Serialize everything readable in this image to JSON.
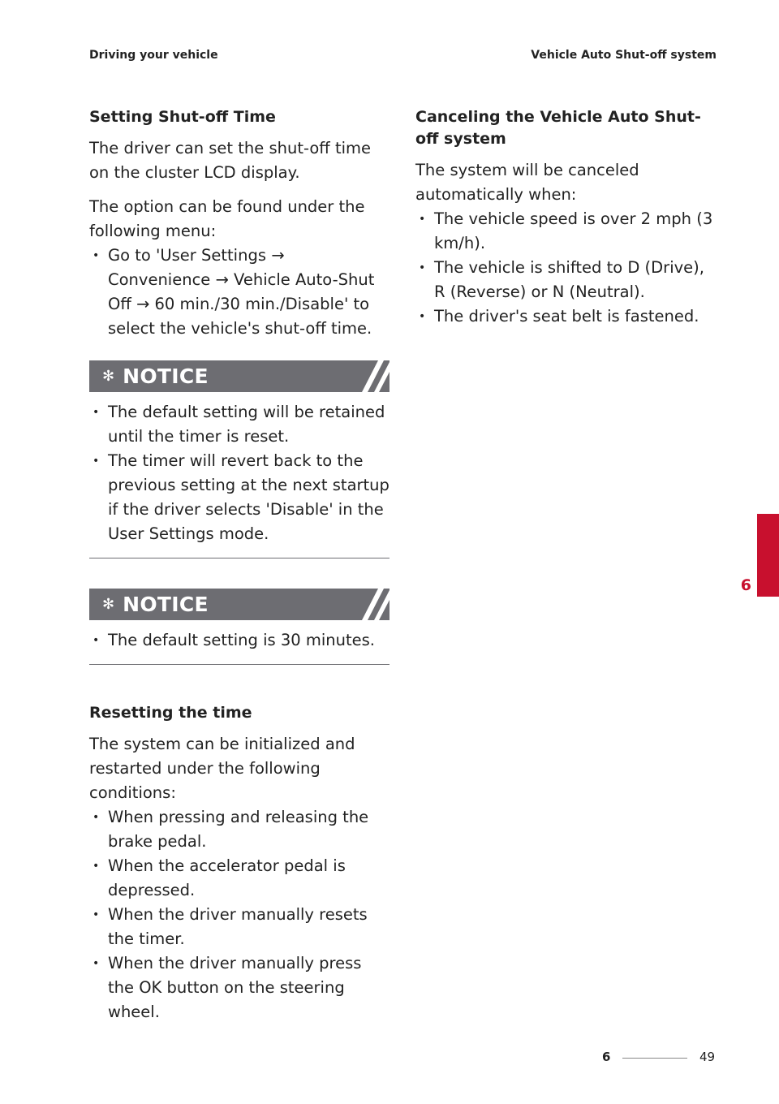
{
  "header": {
    "left": "Driving your vehicle",
    "right": "Vehicle Auto Shut-off system"
  },
  "left_column": {
    "section1": {
      "title": "Setting Shut-off Time",
      "para1": "The driver can set the shut-off time on the cluster LCD display.",
      "para2": "The option can be found under the following menu:",
      "bullets": [
        "Go to 'User Settings → Convenience → Vehicle Auto-Shut Off → 60 min./30 min./Disable' to select the vehicle's shut-off time."
      ]
    },
    "notice1": {
      "title": "NOTICE",
      "bullets": [
        "The default setting will be retained until the timer is reset.",
        "The timer will revert back to the previous setting at the next startup if the driver selects 'Disable' in the User Settings mode."
      ]
    },
    "notice2": {
      "title": "NOTICE",
      "bullets": [
        "The default setting is 30 minutes."
      ]
    },
    "section2": {
      "title": "Resetting the time",
      "para1": "The system can be initialized and restarted under the following conditions:",
      "bullets": [
        "When pressing and releasing the brake pedal.",
        "When the accelerator pedal is depressed.",
        "When the driver manually resets the timer.",
        "When the driver manually press the OK button on the steering wheel."
      ]
    }
  },
  "right_column": {
    "title": "Canceling the Vehicle Auto Shut-off system",
    "para1": "The system will be canceled automatically when:",
    "bullets": [
      "The vehicle speed is over 2 mph (3 km/h).",
      "The vehicle is shifted to D (Drive), R (Reverse) or N (Neutral).",
      "The driver's seat belt is fastened."
    ]
  },
  "chapter_tab": {
    "number": "6",
    "color": "#c8102e"
  },
  "footer": {
    "chapter": "6",
    "page": "49"
  },
  "colors": {
    "notice_bar": "#6d6d72",
    "accent": "#c8102e"
  }
}
